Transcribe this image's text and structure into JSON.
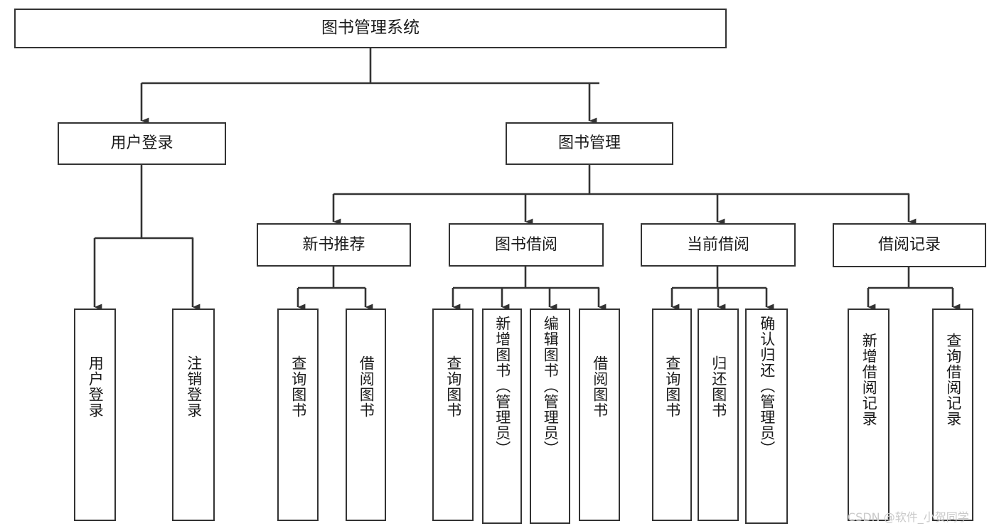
{
  "diagram": {
    "title": "图书管理系统",
    "type": "hierarchy-tree",
    "watermark": "CSDN @软件_小贺同学",
    "colors": {
      "box_border": "#333333",
      "box_fill": "#ffffff",
      "edge": "#333333",
      "text": "#1a1a1a",
      "watermark": "#c9c9c9",
      "background": "#ffffff"
    },
    "nodes": {
      "root": {
        "label": "图书管理系统"
      },
      "level1": [
        {
          "id": "user-login",
          "label": "用户登录"
        },
        {
          "id": "book-manage",
          "label": "图书管理"
        }
      ],
      "level2": [
        {
          "id": "new-book-recommend",
          "label": "新书推荐",
          "parent": "book-manage"
        },
        {
          "id": "book-borrow",
          "label": "图书借阅",
          "parent": "book-manage"
        },
        {
          "id": "current-borrow",
          "label": "当前借阅",
          "parent": "book-manage"
        },
        {
          "id": "borrow-record",
          "label": "借阅记录",
          "parent": "book-manage"
        }
      ],
      "leaves": [
        {
          "id": "leaf-user-login",
          "label": "用户登录",
          "parent": "user-login"
        },
        {
          "id": "leaf-logout-login",
          "label": "注销登录",
          "parent": "user-login"
        },
        {
          "id": "leaf-query-book-1",
          "label": "查询图书",
          "parent": "new-book-recommend"
        },
        {
          "id": "leaf-borrow-book-1",
          "label": "借阅图书",
          "parent": "new-book-recommend"
        },
        {
          "id": "leaf-query-book-2",
          "label": "查询图书",
          "parent": "book-borrow"
        },
        {
          "id": "leaf-add-book-admin",
          "label": "新增图书（管理员）",
          "parent": "book-borrow"
        },
        {
          "id": "leaf-edit-book-admin",
          "label": "编辑图书（管理员）",
          "parent": "book-borrow"
        },
        {
          "id": "leaf-borrow-book-2",
          "label": "借阅图书",
          "parent": "book-borrow"
        },
        {
          "id": "leaf-query-book-3",
          "label": "查询图书",
          "parent": "current-borrow"
        },
        {
          "id": "leaf-return-book",
          "label": "归还图书",
          "parent": "current-borrow"
        },
        {
          "id": "leaf-confirm-return-admin",
          "label": "确认归还（管理员）",
          "parent": "current-borrow"
        },
        {
          "id": "leaf-add-borrow-record",
          "label": "新增借阅记录",
          "parent": "borrow-record"
        },
        {
          "id": "leaf-query-borrow-record",
          "label": "查询借阅记录",
          "parent": "borrow-record"
        }
      ]
    }
  }
}
